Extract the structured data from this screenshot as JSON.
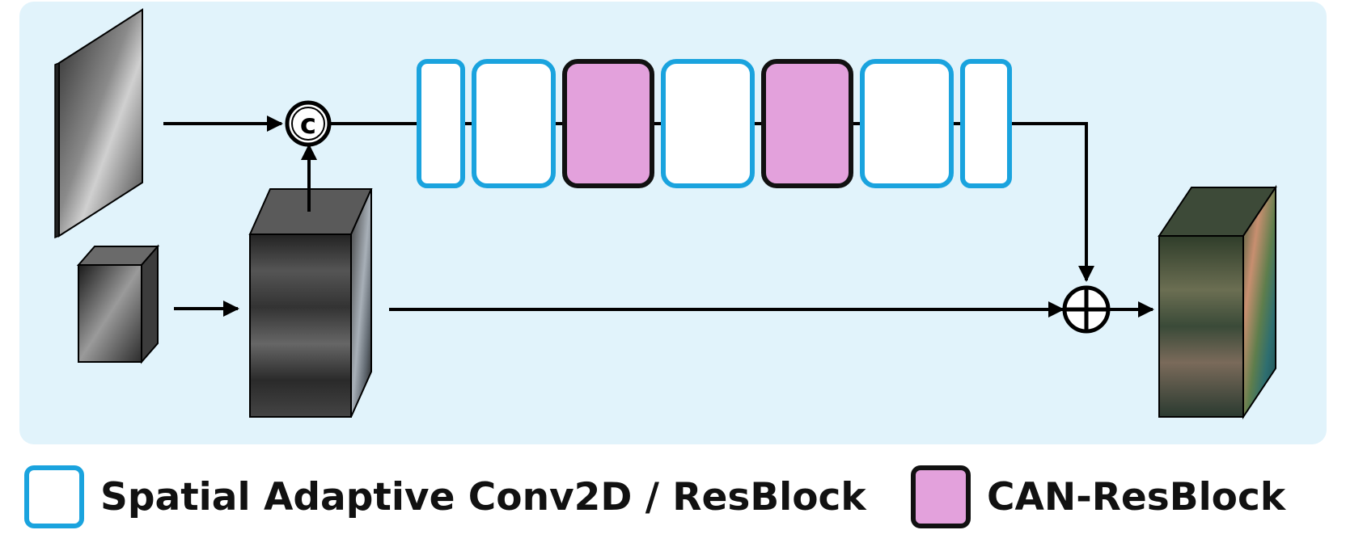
{
  "diagram": {
    "concat_symbol": "c",
    "add_symbol": "+",
    "colors": {
      "background": "#e1f3fb",
      "spatial_block_border": "#1aa3de",
      "spatial_block_fill": "#ffffff",
      "can_block_border": "#111111",
      "can_block_fill": "#e3a1dc",
      "arrow": "#000000"
    },
    "blocks": [
      {
        "type": "spatial"
      },
      {
        "type": "spatial"
      },
      {
        "type": "can"
      },
      {
        "type": "spatial"
      },
      {
        "type": "can"
      },
      {
        "type": "spatial"
      },
      {
        "type": "spatial"
      }
    ]
  },
  "legend": {
    "spatial_label": "Spatial Adaptive Conv2D / ResBlock",
    "can_label": "CAN-ResBlock"
  }
}
